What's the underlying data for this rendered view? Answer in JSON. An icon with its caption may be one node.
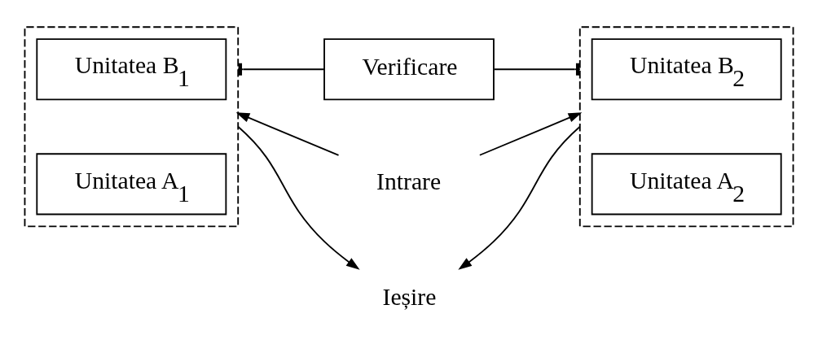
{
  "diagram": {
    "nodes": [
      {
        "text": [],
        "shape": "box"
      },
      {
        "text": [
          "Unitatea B$_{1}$"
        ],
        "in": 0
      },
      {
        "text": [
          "Unitatea A$_{1}$"
        ],
        "in": 0
      },
      {
        "text": [
          "Verificare"
        ]
      },
      {
        "text": [],
        "shape": "box"
      },
      {
        "text": [
          "Unitatea B$_{2}$"
        ],
        "in": 4
      },
      {
        "text": [
          "Unitatea A$_{2}$"
        ],
        "in": 4
      },
      {
        "text": [
          "Intrare"
        ]
      },
      {
        "text": [
          "Ieșire"
        ]
      }
    ],
    "edges": [
      {
        "from": 3,
        "to": 0,
        "arrow": "other"
      },
      {
        "from": 3,
        "to": 4,
        "arrow": "other"
      },
      {
        "from": 0,
        "to": 8,
        "arrow": "to"
      },
      {
        "from": 7,
        "to": 0,
        "arrow": "to"
      },
      {
        "from": 7,
        "to": 4,
        "arrow": "to"
      },
      {
        "from": 4,
        "to": 8,
        "arrow": "to"
      }
    ]
  }
}
